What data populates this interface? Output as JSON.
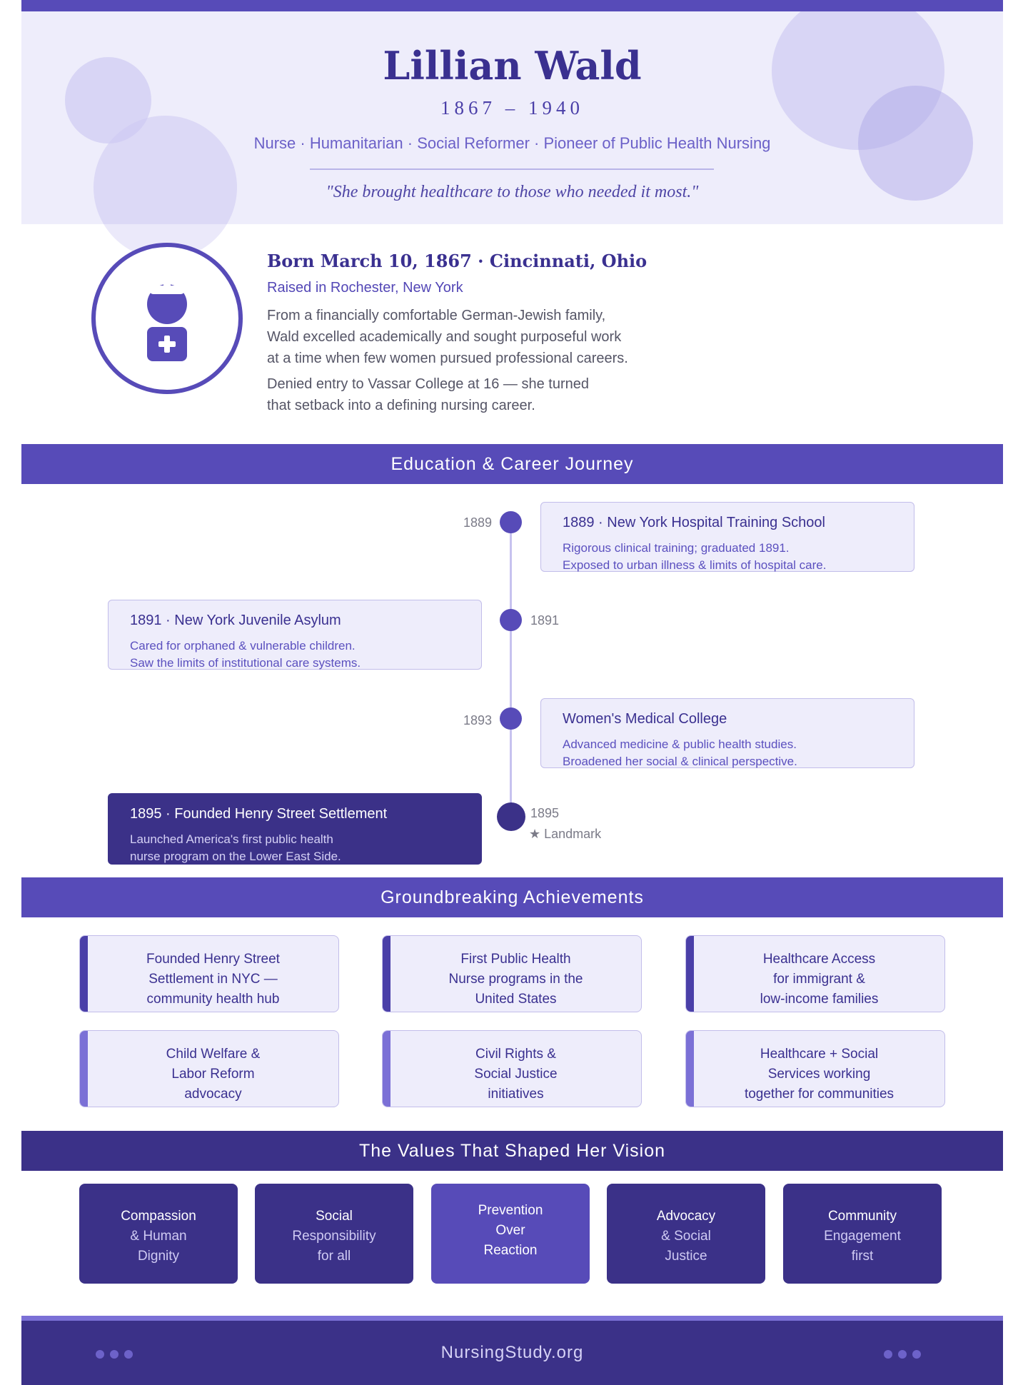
{
  "header": {
    "name": "Lillian Wald",
    "dates": "1867 – 1940",
    "roles": "Nurse · Humanitarian · Social Reformer · Pioneer of Public Health Nursing",
    "quote": "\"She brought healthcare to those who needed it most.\""
  },
  "bio": {
    "avatar_icon": "nurse-icon",
    "born": "Born March 10, 1867 · Cincinnati, Ohio",
    "raised": "Raised in Rochester, New York",
    "p1_lines": [
      "From a financially comfortable German-Jewish family,",
      "Wald excelled academically and sought purposeful work",
      "at a time when few women pursued professional careers."
    ],
    "p2_lines": [
      "Denied entry to Vassar College at 16 — she turned",
      "that setback into a defining nursing career."
    ]
  },
  "timeline": {
    "title": "Education & Career Journey",
    "items": [
      {
        "year": "1889",
        "title": "1889 · New York Hospital Training School",
        "desc": [
          "Rigorous clinical training; graduated 1891.",
          "Exposed to urban illness & limits of hospital care."
        ]
      },
      {
        "year": "1891",
        "title": "1891 · New York Juvenile Asylum",
        "desc": [
          "Cared for orphaned & vulnerable children.",
          "Saw the limits of institutional care systems."
        ]
      },
      {
        "year": "1893",
        "title": "Women's Medical College",
        "desc": [
          "Advanced medicine & public health studies.",
          "Broadened her social & clinical perspective."
        ]
      },
      {
        "year": "1895",
        "title": "1895 · Founded Henry Street Settlement",
        "desc": [
          "Launched America's first public health",
          "nurse program on the Lower East Side."
        ],
        "badge": "★ Landmark"
      }
    ]
  },
  "achievements": {
    "title": "Groundbreaking Achievements",
    "items": [
      "Founded Henry Street\nSettlement in NYC —\ncommunity health hub",
      "First Public Health\nNurse programs in the\nUnited States",
      "Healthcare Access\nfor immigrant &\nlow-income families",
      "Child Welfare &\nLabor Reform\nadvocacy",
      "Civil Rights &\nSocial Justice\ninitiatives",
      "Healthcare + Social\nServices working\ntogether for communities"
    ]
  },
  "values": {
    "title": "The Values That Shaped Her Vision",
    "items": [
      [
        "Compassion",
        "& Human",
        "Dignity"
      ],
      [
        "Social",
        "Responsibility",
        "for all"
      ],
      [
        "Prevention",
        "Over",
        "Reaction"
      ],
      [
        "Advocacy",
        "& Social",
        "Justice"
      ],
      [
        "Community",
        "Engagement",
        "first"
      ]
    ]
  },
  "footer": {
    "site": "NursingStudy.org"
  },
  "colors": {
    "primary": "#574bb8",
    "dark": "#3b3188",
    "light_bg": "#eeedfb"
  }
}
